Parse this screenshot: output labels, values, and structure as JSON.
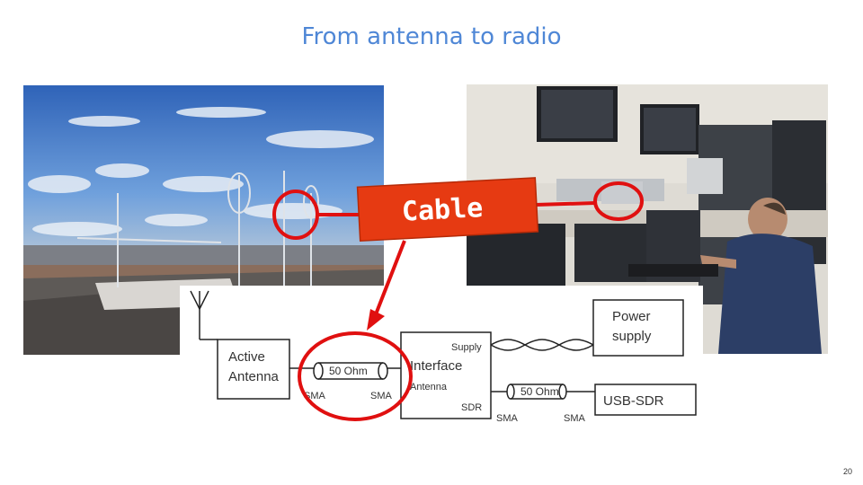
{
  "slide": {
    "title": "From antenna to radio",
    "page_number": "20"
  },
  "callout": {
    "label": "Cable",
    "fill_color": "#e63a12",
    "marker_color": "#e01010"
  },
  "diagram": {
    "blocks": {
      "active_antenna": "Active\nAntenna",
      "interface": "Interface",
      "power_supply": "Power\nsupply",
      "usb_sdr": "USB-SDR"
    },
    "cables": {
      "cable1": "50 Ohm",
      "cable2": "50 Ohm"
    },
    "connectors": {
      "left_a": "SMA",
      "left_b": "SMA",
      "right_a": "SMA",
      "right_b": "SMA"
    },
    "ports": {
      "supply": "Supply",
      "antenna": "Antenna",
      "sdr": "SDR"
    }
  }
}
